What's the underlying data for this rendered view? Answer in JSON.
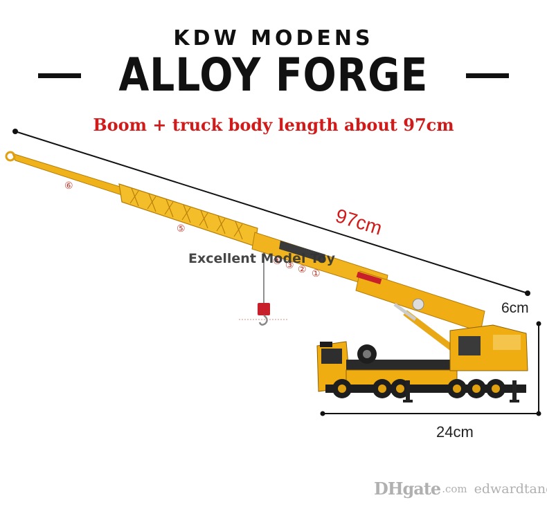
{
  "brand": {
    "line1": "KDW MODENS",
    "line2": "ALLOY FORGE"
  },
  "headline": "Boom + truck body length about 97cm",
  "dimensions": {
    "total_length": "97cm",
    "height": "6cm",
    "width": "24cm"
  },
  "section_markers": [
    "⑥",
    "⑤",
    "④",
    "③",
    "②",
    "①"
  ],
  "watermark": "Excellent Model Toy",
  "footer": {
    "logo": "DHgate",
    "site": ".com",
    "store": "edwardtang"
  },
  "colors": {
    "crane_yellow": "#f0b21a",
    "headline_red": "#d11a1a",
    "chassis_black": "#1e1e1e"
  },
  "icons": [
    "crane-truck-illustration",
    "hook-icon",
    "dimension-arrow-icon"
  ]
}
